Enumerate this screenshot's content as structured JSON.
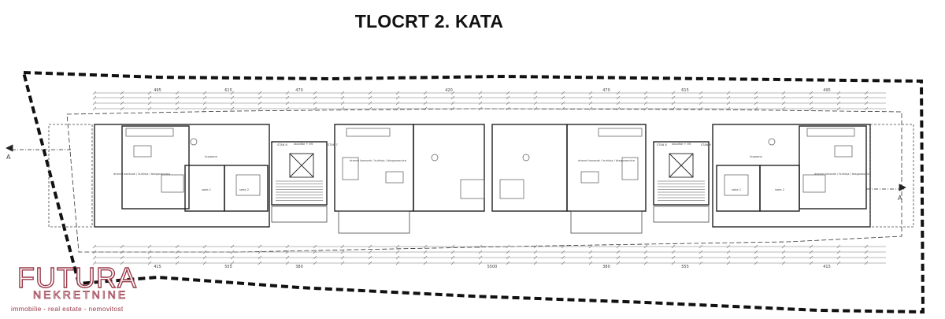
{
  "title": "TLOCRT 2. KATA",
  "logo": {
    "main": "FUTURA",
    "sub": "NEKRETNINE",
    "tagline": "immobilie - real estate - nemovitost",
    "color": "#9a3a4a"
  },
  "section_markers": [
    "A",
    "A"
  ],
  "stairs": [
    "STAN 6",
    "STAN 7",
    "STAN 8",
    "STAN 9"
  ],
  "rooms_left": [
    "dnevni boravak / kuhinja / blagovaonica",
    "kupaona",
    "soba 1",
    "soba 2",
    "stubište + lift",
    "dnevni boravak / kuhinja / blagovaonica"
  ],
  "rooms_right": [
    "dnevni boravak / kuhinja / blagovaonica",
    "kupaona",
    "soba 1",
    "soba 2",
    "stubište + lift",
    "dnevni boravak / kuhinja / blagovaonica"
  ],
  "dims_top": [
    "495",
    "615",
    "470",
    "420",
    "470",
    "615",
    "495"
  ],
  "dims_bottom": [
    "415",
    "555",
    "380",
    "5500",
    "380",
    "555",
    "415"
  ]
}
